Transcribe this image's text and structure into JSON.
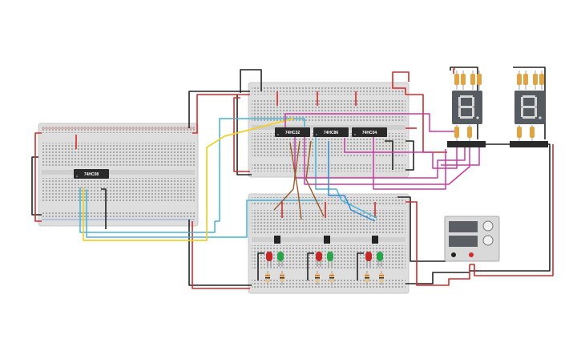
{
  "chips": {
    "c1": "74HC08",
    "c2": "74HC32",
    "c3": "74HC86",
    "c4": "74HC04"
  },
  "supply": {
    "voltage": "",
    "current": ""
  },
  "colors": {
    "wire_red": "#d42a2a",
    "wire_black": "#222222",
    "wire_yellow": "#f2d024",
    "wire_cyan": "#46b4d6",
    "wire_blue": "#2e8ad8",
    "wire_magenta": "#c93aa6",
    "wire_brown": "#9a5a2a",
    "board": "#dcdcdc",
    "led_red": "#c42727",
    "led_green": "#2aa44a",
    "display": "#555b60"
  },
  "icons": {
    "led": "led-icon",
    "resistor": "resistor-icon",
    "transistor": "transistor-icon",
    "seven_segment": "seven-segment-display-icon",
    "power_supply": "power-supply-icon"
  }
}
